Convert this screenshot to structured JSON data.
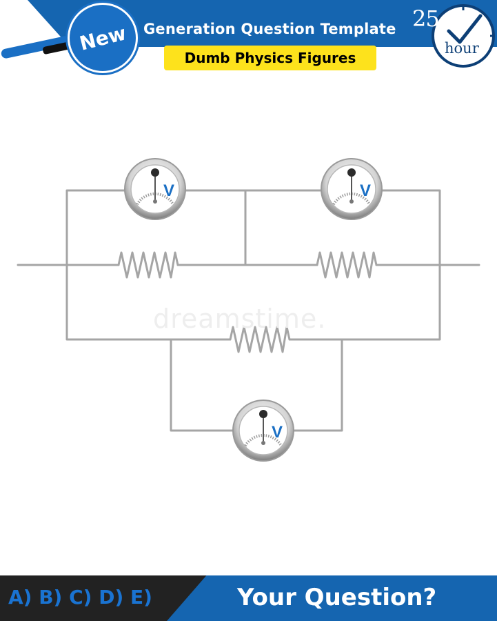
{
  "header": {
    "badge": "New",
    "title": "Generation Question Template",
    "subtitle": "Dumb Physics Figures",
    "hour_number": "25.",
    "hour_label": "hour"
  },
  "circuit": {
    "voltmeter_symbol": "V",
    "voltmeter_count": 3,
    "resistor_count": 3
  },
  "watermark": "dreamstime.",
  "footer": {
    "answer_options": "A) B) C) D) E)",
    "question_prompt": "Your Question?"
  },
  "colors": {
    "brand_blue": "#1565b0",
    "highlight_yellow": "#fde21c",
    "wire_gray": "#a5a5a5",
    "footer_dark": "#222222",
    "option_blue": "#1a73d1"
  }
}
